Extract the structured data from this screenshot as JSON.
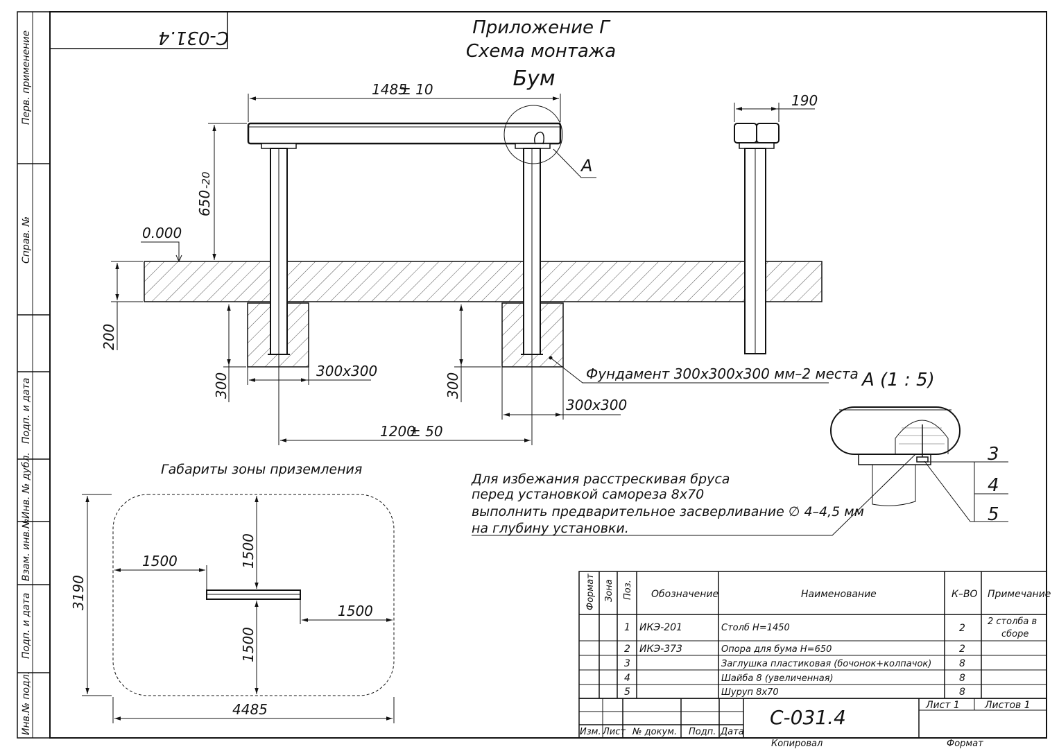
{
  "title": {
    "line1": "Приложение Г",
    "line2": "Схема монтажа",
    "line3": "Бум"
  },
  "stamp_mirrored": "С-031.4",
  "side_strip": {
    "perv": "Перв. применение",
    "sprav": "Справ. №",
    "podp1": "Подп. и дата",
    "inv_dubl": "Инв. № дубл.",
    "vzam": "Взам. инв.№",
    "podp2": "Подп. и дата",
    "inv_podl": "Инв.№ подл."
  },
  "dims": {
    "len_top": "1485",
    "len_top_tol": "± 10",
    "height": "650",
    "height_tol": "-20",
    "level": "0.000",
    "depth_slab": "200",
    "width_side": "190",
    "pit_left_depth": "300",
    "pit_left_size": "300х300",
    "pit_right_depth": "300",
    "pit_right_size": "300х300",
    "span": "1200",
    "span_tol": "± 50",
    "callout_a": "А"
  },
  "foundation_note": "Фундамент 300х300х300 мм–2 места",
  "detail": {
    "title": "А (1 : 5)",
    "pos": [
      "3",
      "4",
      "5"
    ]
  },
  "note_lines": [
    "Для избежания расстрескивая бруса",
    "перед установкой самореза 8х70",
    "выполнить предварительное засверливание  ∅ 4–4,5 мм",
    "на глубину установки."
  ],
  "zone": {
    "title": "Габариты зоны приземления",
    "left": "1500",
    "top": "1500",
    "right": "1500",
    "bottom": "1500",
    "height": "3190",
    "width": "4485"
  },
  "spec": {
    "headers": {
      "format": "Формат",
      "zone": "Зона",
      "pos": "Поз.",
      "designation": "Обозначение",
      "name": "Наименование",
      "qty": "К–ВО",
      "note": "Примечание"
    },
    "rows": [
      {
        "pos": "1",
        "designation": "ИКЭ-201",
        "name": "Столб Н=1450",
        "qty": "2",
        "note1": "2 столба в",
        "note2": "сборе"
      },
      {
        "pos": "2",
        "designation": "ИКЭ-373",
        "name": "Опора для бума Н=650",
        "qty": "2",
        "note1": "",
        "note2": ""
      },
      {
        "pos": "3",
        "designation": "",
        "name": "Заглушка пластиковая (бочонок+колпачок)",
        "qty": "8",
        "note1": "",
        "note2": ""
      },
      {
        "pos": "4",
        "designation": "",
        "name": "Шайба 8 (увеличенная)",
        "qty": "8",
        "note1": "",
        "note2": ""
      },
      {
        "pos": "5",
        "designation": "",
        "name": "Шуруп 8х70",
        "qty": "8",
        "note1": "",
        "note2": ""
      }
    ]
  },
  "title_block": {
    "doc": "С-031.4",
    "sheet": "Лист 1",
    "sheets": "Листов 1",
    "izm": "Изм.",
    "list": "Лист",
    "ndoc": "№ докум.",
    "podp": "Подп.",
    "data": "Дата",
    "kopir": "Копировал",
    "format": "Формат"
  }
}
